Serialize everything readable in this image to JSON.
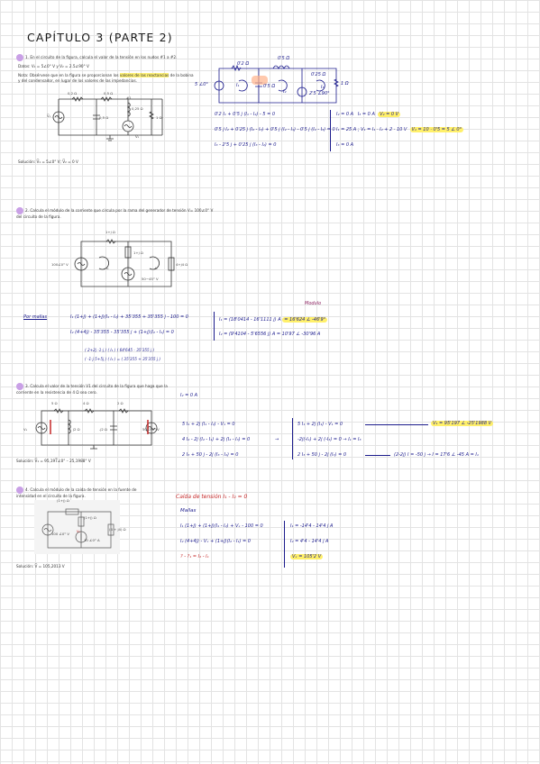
{
  "title": "CAPÍTULO 3 (PARTE 2)",
  "p1": {
    "num": "1",
    "statement": ". En el circuito de la figura, calcula el valor de la tensión en los nudos #1 a #2.",
    "data": "Datos: V₁ = 5∠0° V y V₂ = 2.5∠90° V",
    "note_a": "Nota: Obsérvese que en la figura se proporcionan los ",
    "note_hl": "valores de las reactancias",
    "note_b": " de la bobina y del condensador, en lugar de los valores de las impedancias.",
    "solution": "Solución: V̅₁ = 5∠0° V; V̅₂ = 0 V",
    "fig": {
      "r1": "0,2 Ω",
      "r2": "0,5 Ω",
      "n1": "#1",
      "xl": "0,25 Ω",
      "xc": "0,5 Ω",
      "r3": "1 Ω",
      "v1": "V̅₁",
      "v2": "V̅₂"
    },
    "hw_fig": {
      "a": "0'2 Ω",
      "b": "0'5 Ω",
      "c": "0'25 Ω",
      "d": "0'5 Ω",
      "e": "1 Ω",
      "v1": "5 ∠0°",
      "v2": "2'5 ∠90°",
      "i1": "I₁",
      "i2": "I₂",
      "i3": "I₃"
    },
    "eq1": "0'2 I₁ + 0'5 j (I₁ - I₂) - 5 = 0",
    "eq2": "0'5 j I₂ + 0'25 j (I₂ - I₃) + 0'5 j (I₂ - I₁) - 0'5 j (I₂ - I₃) = 0",
    "eq3": "I₃ - 2'5 j + 0'25 j (I₃ - I₂) = 0",
    "r1": "I₂ = 0 A",
    "r1b": "I₃ = 0 A",
    "r1c": "V₂ = 0 V",
    "r2": "I₁ = 25 A",
    "r2b": "V₁ = I₁ · I₂ + 2 · 10 V",
    "r2c": "V₁ = 10 · 0'5 = 5 ∠ 0°",
    "r3": "I₃ = 0 A"
  },
  "p2": {
    "num": "2",
    "statement": ". Calcula el módulo de la corriente que circula por la rama del generador de tensión V= 100∠0° V del circuito de la figura.",
    "fig": {
      "top": "1+j Ω",
      "mid": "1+j Ω",
      "right": "4+j4 Ω",
      "v1": "100∠0° V",
      "v2": "50−45° V",
      "i1": "I₁",
      "i2": "I₂"
    },
    "method": "Por mallas",
    "eq1": "I₁ (1+j) + (1+j)(I₁ - I₂) + 35'355 + 35'355 j - 100 = 0",
    "eq2": "I₂ (4+4j) - 35'355 - 35'355 j + (1+j)(I₂ - I₁) = 0",
    "matrix": "( 2+2j   -1-j ) ( I₁ )   ( 64'645 - 35'355 j )",
    "matrix2": "( -1-j    5+5j ) ( I₂ ) = ( 35'355 + 35'355 j )",
    "res1": "I₁ = (18'0414 - 16'1111 j) A",
    "res1b": "= 16'624 ∠ -46'9°",
    "res2": "I₂ = (9'4104 - 5'6556 j) A",
    "res2b": "= 10'97 ∠ -30'96 A",
    "modulo": "Modulo"
  },
  "p3": {
    "num": "3",
    "statement": ". Calcula el valor de la tensión V1 del circuito de la figura que haga que la corriente en la resistencia de 4 Ω sea cero.",
    "fig": {
      "r5": "5 Ω",
      "r4": "4 Ω",
      "r2": "2 Ω",
      "l": "j2 Ω",
      "c": "-j2 Ω",
      "v1": "V₁",
      "v2": "50∠90° V"
    },
    "solution": "Solución: V̅₁ = 95,197̅∠0° – 25,1988° V",
    "given": "I₂ = 0 A",
    "eq1": "5 I₁ + 2j (I₁ - I₂) - V₁ = 0",
    "eq2": "4 I₂ - 2j (I₂ - I₁) + 2j (I₂ - I₃) = 0",
    "eq3": "2 I₃ + 50 j - 2j (I₃ - I₂) = 0",
    "s1": "5 I₁ + 2j (I₁) - V₁ = 0",
    "s2": "-2j(-I₁) + 2j (-I₃) = 0 → I₁ = I₃",
    "s3": "2 I₃ + 50 j - 2j (I₃) = 0",
    "s3r": "(2-2j) I = -50 j → I = 17'6 ∠ -45 A = I₁",
    "v1res": "V₁ = 95'197 ∠ -25'1988 V"
  },
  "p4": {
    "num": "4",
    "statement": ". Calcula el módulo de la caída de tensión en la fuente de intensidad en el circuito de la figura.",
    "fig": {
      "top": "(1+j) Ω",
      "mid": "(1+j) Ω",
      "right": "(4 + j4) Ω",
      "v": "100 ∠0° V",
      "i": "10 ∠0° A",
      "vx": "Vₓ"
    },
    "solution": "Solución: V̅ = 105,2013 V",
    "h1": "Caída de tensión  I₁ - I₂ = 0",
    "h2": "Mallas",
    "eq1": "I₁ (1+j) + (1+j)(I₁ - I₂) + Vₓ - 100 = 0",
    "eq2": "I₂ (4+4j) - Vₓ + (1+j)(I₂ - I₁) = 0",
    "eq3": "? - ?₁ = I₂ - I₁",
    "r1": "I₁ = -14'4 - 14'4 j A",
    "r2": "I₂ = 4'4 - 14'4 j A",
    "r3": "Vₓ = 105'2 V"
  }
}
